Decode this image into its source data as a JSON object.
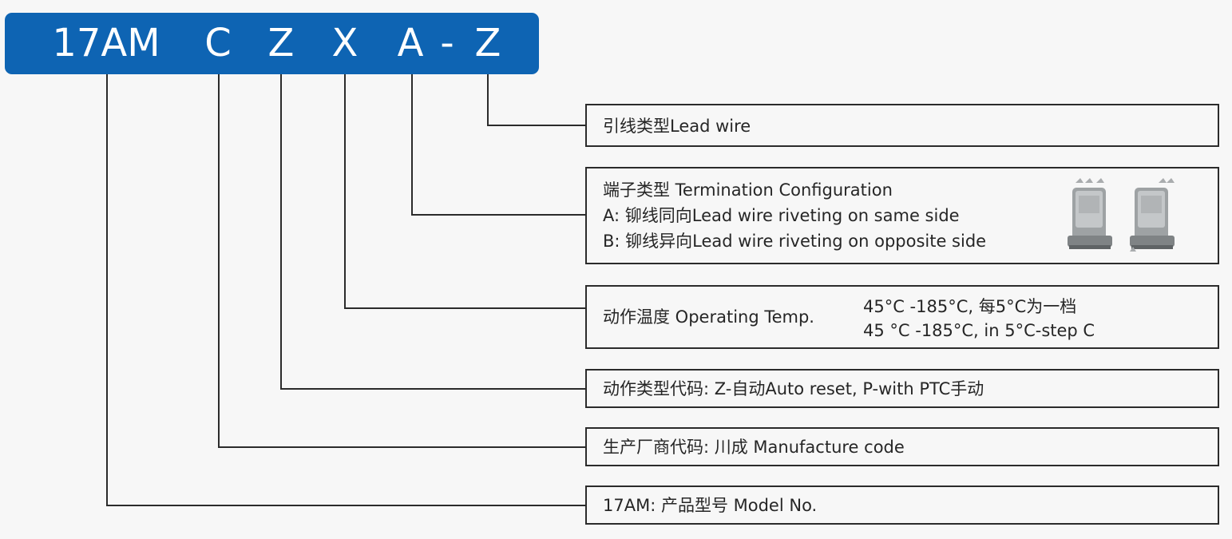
{
  "model_code": {
    "parts": [
      "17AM",
      "C",
      "Z",
      "X",
      "A",
      "-",
      "Z"
    ]
  },
  "boxes": {
    "lead_wire": {
      "text": "引线类型Lead wire"
    },
    "termination": {
      "title": "端子类型 Termination Configuration",
      "option_a": "A: 铆线同向Lead wire riveting on same side",
      "option_b": "B: 铆线异向Lead wire riveting on opposite side"
    },
    "operating_temp": {
      "label": "动作温度 Operating Temp.",
      "range_cn": "45°C -185°C, 每5°C为一档",
      "range_en": "45 °C -185°C, in 5°C-step C"
    },
    "action_type": {
      "text": "动作类型代码: Z-自动Auto reset, P-with PTC手动"
    },
    "manufacturer": {
      "text": "生产厂商代码: 川成 Manufacture code"
    },
    "model_no": {
      "text": "17AM: 产品型号 Model No."
    }
  },
  "colors": {
    "banner": "#0e64b3",
    "line": "#2b2b2b",
    "box_border": "#2b2b2b"
  }
}
